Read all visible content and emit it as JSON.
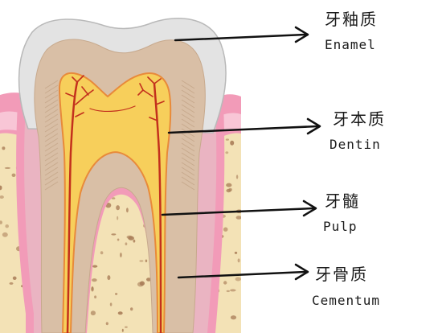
{
  "labels": {
    "enamel": {
      "zh": "牙釉质",
      "en": "Enamel"
    },
    "dentin": {
      "zh": "牙本质",
      "en": "Dentin"
    },
    "pulp": {
      "zh": "牙髓",
      "en": "Pulp"
    },
    "cementum": {
      "zh": "牙骨质",
      "en": "Cementum"
    }
  },
  "colors": {
    "bone_fill": "#f3e2b6",
    "bone_spots": "#a97d58",
    "gum": "#f29bb8",
    "gum_light": "#f8c6d6",
    "gum_dark": "#df6f96",
    "enamel": "#e3e3e3",
    "enamel_edge": "#b9b9b9",
    "dentin": "#d9bfa6",
    "dentin_line": "#c7a98d",
    "cementum": "#eab4c2",
    "pulp": "#f7cf5b",
    "pulp_edge": "#e88a3a",
    "nerve": "#c3301d",
    "arrow": "#111111"
  }
}
